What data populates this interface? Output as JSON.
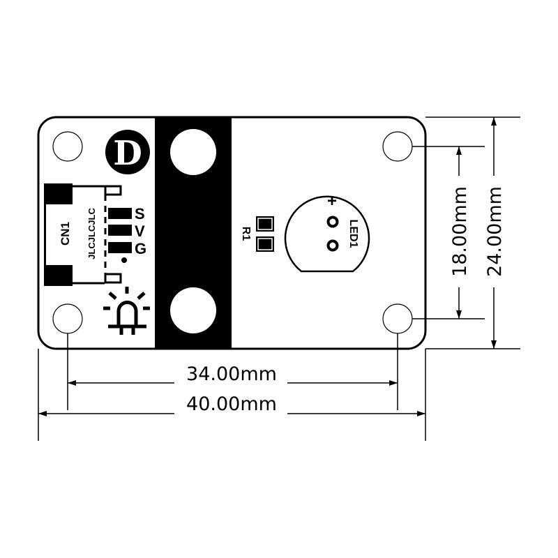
{
  "board": {
    "logo_letter": "D",
    "connector_ref": "CN1",
    "connector_mark": "JLCJLCJLC",
    "pins": [
      "S",
      "V",
      "G"
    ],
    "resistor_ref": "R1",
    "led_ref": "LED1",
    "led_polarity": "+"
  },
  "dimensions": {
    "hole_spacing_x": "34.00mm",
    "board_width": "40.00mm",
    "hole_spacing_y": "18.00mm",
    "board_height": "24.00mm"
  }
}
